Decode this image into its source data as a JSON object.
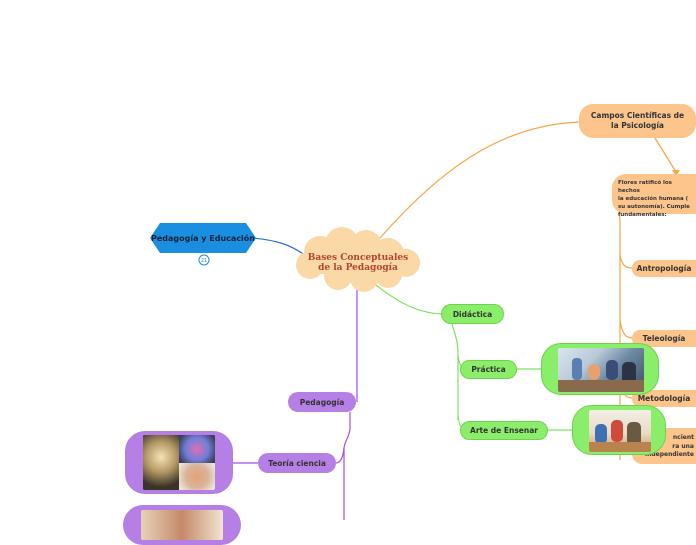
{
  "central": {
    "title_line1": "Bases Conceptuales",
    "title_line2": "de la Pedagogía"
  },
  "nodes": {
    "pedagogia_educacion": "Pedagogía y Educación",
    "pedagogia_educacion_badge": "21",
    "campos_line1": "Campos Científicas de",
    "campos_line2": "la Psicología",
    "flores_line1": "Flores ratificó los hechos",
    "flores_line2": "la educación humana (",
    "flores_line3": "su autonomía). Cumple",
    "flores_line4": "fundamentales:",
    "antropologia": "Antropología",
    "teleologia": "Teleología",
    "metodologia": "Metodología",
    "cient_line1": "ncient",
    "cient_line2": "ra una",
    "cient_line3": "independiente",
    "didactica": "Didáctica",
    "practica": "Práctica",
    "arte": "Arte de Ensenar",
    "pedagogia": "Pedagogía",
    "teoria": "Teoría ciencia"
  },
  "colors": {
    "orange": "#fdc48c",
    "orange_line": "#f7a545",
    "green": "#8bee6b",
    "green_line": "#7fe25c",
    "purple": "#b57fe6",
    "purple_line": "#a44fe0",
    "blue": "#1a8ee0",
    "blue_line": "#2a6fd6",
    "cloud": "#fbd9a6"
  }
}
